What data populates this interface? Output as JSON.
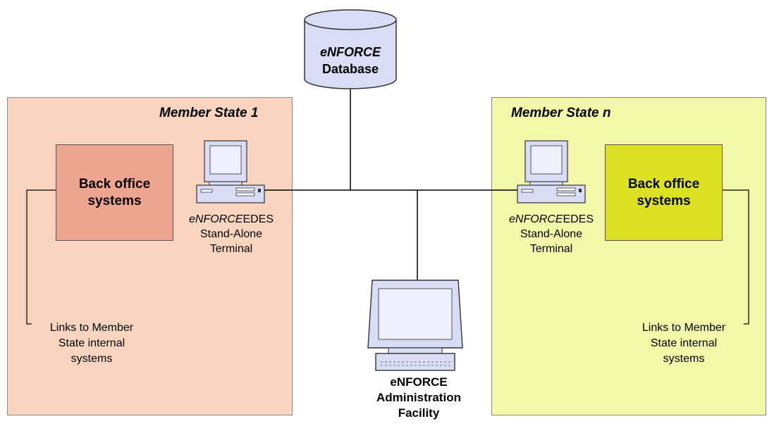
{
  "database": {
    "line1": "eNFORCE",
    "line2": "Database"
  },
  "member_state_1": {
    "title": "Member State 1",
    "back_office": {
      "line1": "Back office",
      "line2": "systems"
    },
    "terminal": {
      "line1_italic": "eNFORCE",
      "line1_rest": "EDES",
      "line2": "Stand-Alone",
      "line3": "Terminal"
    },
    "links": {
      "line1": "Links to Member",
      "line2": "State internal",
      "line3": "systems"
    }
  },
  "member_state_n": {
    "title": "Member State n",
    "back_office": {
      "line1": "Back office",
      "line2": "systems"
    },
    "terminal": {
      "line1_italic": "eNFORCE",
      "line1_rest": "EDES",
      "line2": "Stand-Alone",
      "line3": "Terminal"
    },
    "links": {
      "line1": "Links to Member",
      "line2": "State internal",
      "line3": "systems"
    }
  },
  "admin": {
    "line1": "eNFORCE",
    "line2": "Administration",
    "line3": "Facility"
  },
  "colors": {
    "member_state_1_bg": "#f9d5c0",
    "member_state_1_box": "#eda590",
    "member_state_n_bg": "#f3f7a8",
    "member_state_n_box": "#dce221",
    "device_fill": "#d8dcf4"
  }
}
